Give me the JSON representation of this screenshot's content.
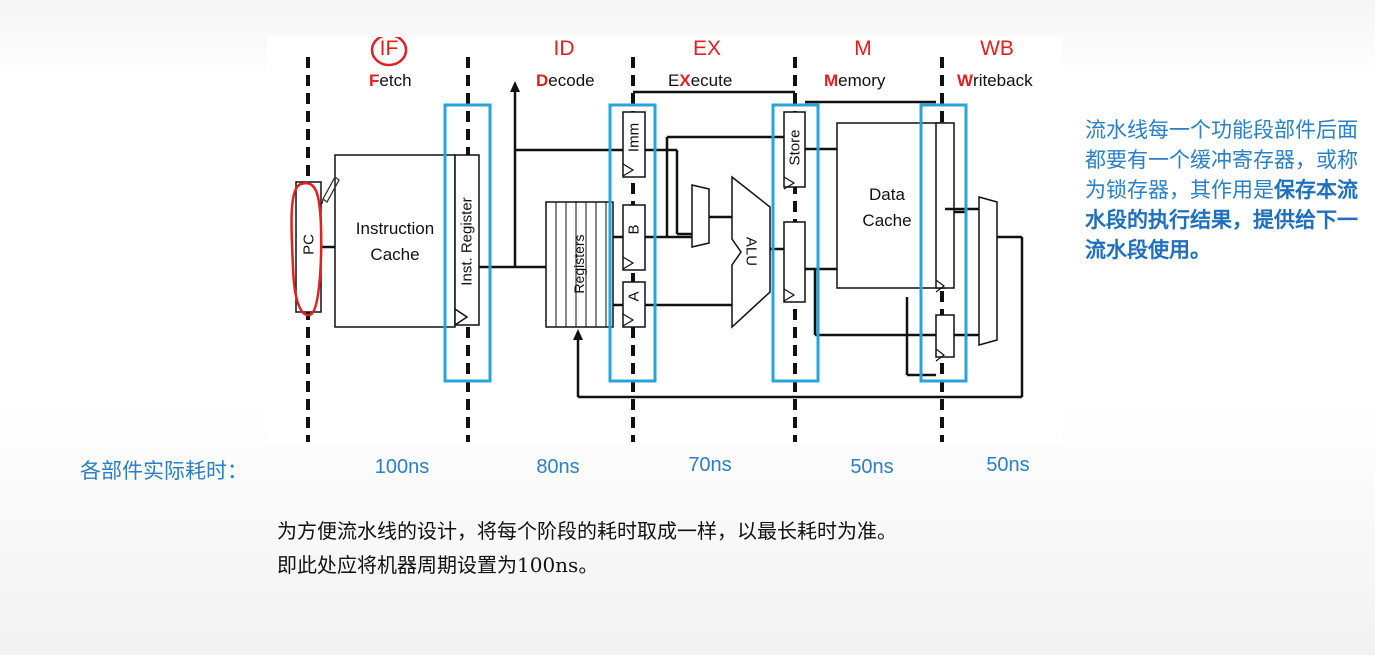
{
  "stages": [
    {
      "code": "IF",
      "first": "F",
      "rest": "etch"
    },
    {
      "code": "ID",
      "first": "D",
      "rest": "ecode"
    },
    {
      "code": "EX",
      "first": "E",
      "mid": "X",
      "rest": "ecute"
    },
    {
      "code": "M",
      "first": "M",
      "rest": "emory"
    },
    {
      "code": "WB",
      "first": "W",
      "rest": "riteback"
    }
  ],
  "blocks": {
    "pc": "PC",
    "instruction_cache_line1": "Instruction",
    "instruction_cache_line2": "Cache",
    "inst_register": "Inst. Register",
    "registers": "Registers",
    "imm": "Imm",
    "b": "B",
    "a": "A",
    "alu": "ALU",
    "store": "Store",
    "data_cache_line1": "Data",
    "data_cache_line2": "Cache"
  },
  "side_note": {
    "part1": "流水线每一个功能段部件后面都要有一个缓冲寄存器，或称为锁存器，其作用是",
    "part2": "保存本流水段的执行结果，",
    "part3": "提供给下一流水段使用。"
  },
  "timing": {
    "title": "各部件实际耗时：",
    "values": [
      "100ns",
      "80ns",
      "70ns",
      "50ns",
      "50ns"
    ]
  },
  "notes": {
    "line1": "为方便流水线的设计，将每个阶段的耗时取成一样，以最长耗时为准。",
    "line2": "即此处应将机器周期设置为100ns。"
  },
  "colors": {
    "stage_code": "#e1201f",
    "annotation_blue": "#2b7fc6",
    "latch_box": "#29a3d8",
    "pc_annotation": "#e1201f"
  }
}
